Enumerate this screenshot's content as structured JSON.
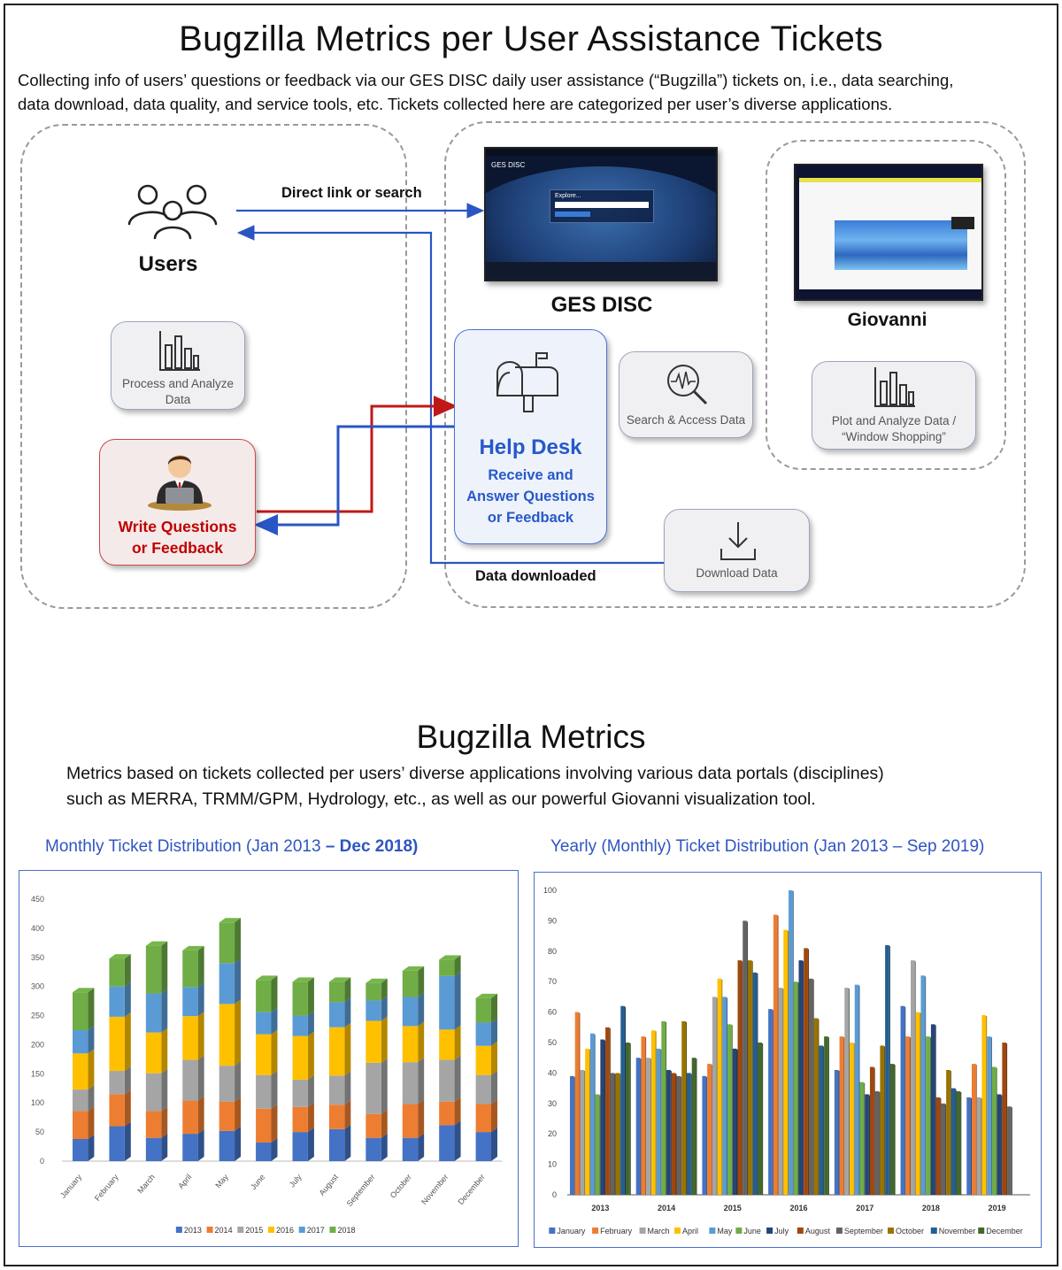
{
  "header": {
    "title": "Bugzilla Metrics per User Assistance Tickets",
    "intro_line1": "Collecting info of users’ questions or feedback via our GES DISC daily user assistance (“Bugzilla”) tickets on, i.e., data searching,",
    "intro_line2": "data download, data quality, and service tools, etc.  Tickets collected here are categorized per user’s diverse applications."
  },
  "diagram": {
    "users_label": "Users",
    "direct_link_label": "Direct link or search",
    "ges_disc_label": "GES DISC",
    "giovanni_label": "Giovanni",
    "process_card": [
      "Process and Analyze",
      "Data"
    ],
    "write_card": [
      "Write Questions",
      "or Feedback"
    ],
    "helpdesk_title": "Help Desk",
    "helpdesk_sub": [
      "Receive and",
      "Answer Questions",
      "or Feedback"
    ],
    "search_card": "Search & Access Data",
    "plot_card": [
      "Plot and Analyze Data /",
      "“Window Shopping”"
    ],
    "download_card": "Download Data",
    "data_downloaded_label": "Data downloaded",
    "gesdisc_screen": {
      "site": "GES DISC",
      "explore": "Explore..."
    }
  },
  "section2": {
    "title": "Bugzilla Metrics",
    "desc_line1": "Metrics based on tickets collected per users’ diverse applications involving various data portals (disciplines)",
    "desc_line2": "such as MERRA, TRMM/GPM, Hydrology, etc., as well as our powerful Giovanni visualization tool."
  },
  "colors": {
    "arrow_blue": "#2a55c4",
    "arrow_red": "#c01818",
    "helpdesk_blue": "#2659c9",
    "write_red": "#c00000"
  },
  "chart_data": [
    {
      "type": "bar",
      "stacked": true,
      "title_part1": "Monthly Ticket Distribution (Jan 2013 ",
      "title_part2": "– Dec 2018)",
      "categories": [
        "January",
        "February",
        "March",
        "April",
        "May",
        "June",
        "July",
        "August",
        "September",
        "October",
        "November",
        "December"
      ],
      "ylim": [
        0,
        450
      ],
      "yticks": [
        0,
        50,
        100,
        150,
        200,
        250,
        300,
        350,
        400,
        450
      ],
      "legend_position": "bottom",
      "series": [
        {
          "name": "2013",
          "color": "#4472c4",
          "values": [
            38,
            60,
            40,
            47,
            52,
            32,
            50,
            55,
            40,
            40,
            62,
            50
          ]
        },
        {
          "name": "2014",
          "color": "#ed7d31",
          "values": [
            48,
            55,
            46,
            57,
            50,
            58,
            43,
            42,
            41,
            58,
            40,
            48
          ]
        },
        {
          "name": "2015",
          "color": "#a5a5a5",
          "values": [
            37,
            40,
            65,
            70,
            62,
            58,
            47,
            50,
            88,
            72,
            72,
            50
          ]
        },
        {
          "name": "2016",
          "color": "#ffc000",
          "values": [
            62,
            93,
            70,
            75,
            106,
            70,
            75,
            83,
            72,
            62,
            52,
            50
          ]
        },
        {
          "name": "2017",
          "color": "#5b9bd5",
          "values": [
            40,
            52,
            67,
            50,
            70,
            38,
            35,
            43,
            35,
            50,
            92,
            40
          ]
        },
        {
          "name": "2018",
          "color": "#70ad47",
          "values": [
            65,
            48,
            82,
            63,
            70,
            55,
            58,
            35,
            30,
            45,
            28,
            42
          ]
        }
      ]
    },
    {
      "type": "bar",
      "title": "Yearly (Monthly) Ticket Distribution (Jan 2013 – Sep 2019)",
      "categories": [
        "2013",
        "2014",
        "2015",
        "2016",
        "2017",
        "2018",
        "2019"
      ],
      "ylim": [
        0,
        100
      ],
      "yticks": [
        0,
        10,
        20,
        30,
        40,
        50,
        60,
        70,
        80,
        90,
        100
      ],
      "legend_position": "bottom",
      "series": [
        {
          "name": "January",
          "color": "#4472c4",
          "values": [
            39,
            45,
            39,
            61,
            41,
            62,
            32
          ]
        },
        {
          "name": "February",
          "color": "#ed7d31",
          "values": [
            60,
            52,
            43,
            92,
            52,
            52,
            43
          ]
        },
        {
          "name": "March",
          "color": "#a5a5a5",
          "values": [
            41,
            45,
            65,
            68,
            68,
            77,
            32
          ]
        },
        {
          "name": "April",
          "color": "#ffc000",
          "values": [
            48,
            54,
            71,
            87,
            50,
            60,
            59
          ]
        },
        {
          "name": "May",
          "color": "#5b9bd5",
          "values": [
            53,
            48,
            65,
            100,
            69,
            72,
            52
          ]
        },
        {
          "name": "June",
          "color": "#70ad47",
          "values": [
            33,
            57,
            56,
            70,
            37,
            52,
            42
          ]
        },
        {
          "name": "July",
          "color": "#264478",
          "values": [
            51,
            41,
            48,
            77,
            33,
            56,
            33
          ]
        },
        {
          "name": "August",
          "color": "#9e480e",
          "values": [
            55,
            40,
            77,
            81,
            42,
            32,
            50
          ]
        },
        {
          "name": "September",
          "color": "#636363",
          "values": [
            40,
            39,
            90,
            71,
            34,
            30,
            29
          ]
        },
        {
          "name": "October",
          "color": "#997300",
          "values": [
            40,
            57,
            77,
            58,
            49,
            41,
            null
          ]
        },
        {
          "name": "November",
          "color": "#255e91",
          "values": [
            62,
            40,
            73,
            49,
            82,
            35,
            null
          ]
        },
        {
          "name": "December",
          "color": "#43682b",
          "values": [
            50,
            45,
            50,
            52,
            43,
            34,
            null
          ]
        }
      ]
    }
  ]
}
